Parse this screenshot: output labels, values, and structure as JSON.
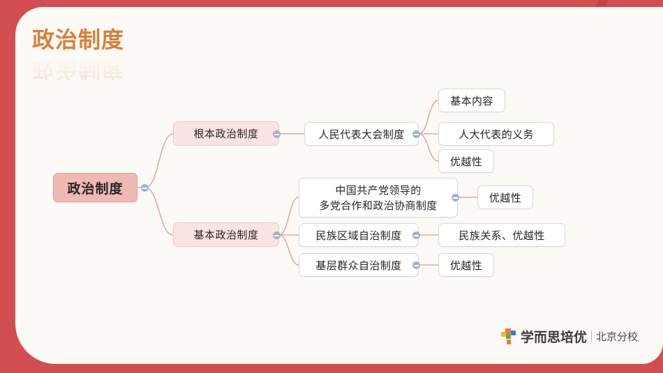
{
  "slide": {
    "title": "政治制度",
    "background_color": "#D24E51",
    "card_color": "#FCFAF6",
    "title_color": "#D8803C"
  },
  "mindmap": {
    "root": {
      "label": "政治制度",
      "accent": "#F1B9B3"
    },
    "branches": [
      {
        "label": "根本政治制度",
        "children": [
          {
            "label": "人民代表大会制度",
            "children": [
              {
                "label": "基本内容"
              },
              {
                "label": "人大代表的义务"
              },
              {
                "label": "优越性"
              }
            ]
          }
        ]
      },
      {
        "label": "基本政治制度",
        "children": [
          {
            "label_line1": "中国共产党领导的",
            "label_line2": "多党合作和政治协商制度",
            "children": [
              {
                "label": "优越性"
              }
            ]
          },
          {
            "label": "民族区域自治制度",
            "children": [
              {
                "label": "民族关系、优越性"
              }
            ]
          },
          {
            "label": "基层群众自治制度",
            "children": [
              {
                "label": "优越性"
              }
            ]
          }
        ]
      }
    ]
  },
  "footer": {
    "brand": "学而思培优",
    "branch": "北京分校"
  }
}
